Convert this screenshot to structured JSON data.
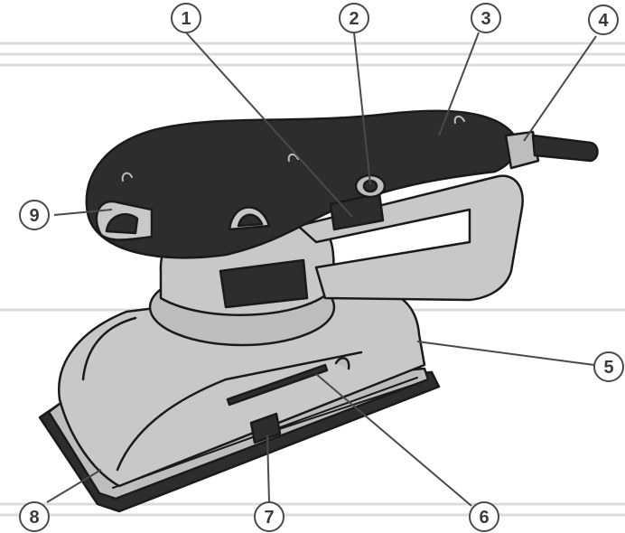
{
  "colors": {
    "background": "#ffffff",
    "guide_lines": "#dcdcdc",
    "body_gray": "#c8c8c8",
    "body_gray_dark": "#a9a9a9",
    "handle_black": "#2d2d2d",
    "outline": "#1a1a1a",
    "callout_stroke": "#4a4a4a",
    "callout_fill": "#ffffff",
    "number_text": "#3b3b3b"
  },
  "callouts": [
    {
      "id": "c1",
      "label": "1"
    },
    {
      "id": "c2",
      "label": "2"
    },
    {
      "id": "c3",
      "label": "3"
    },
    {
      "id": "c4",
      "label": "4"
    },
    {
      "id": "c5",
      "label": "5"
    },
    {
      "id": "c6",
      "label": "6"
    },
    {
      "id": "c7",
      "label": "7"
    },
    {
      "id": "c8",
      "label": "8"
    },
    {
      "id": "c9",
      "label": "9"
    }
  ]
}
